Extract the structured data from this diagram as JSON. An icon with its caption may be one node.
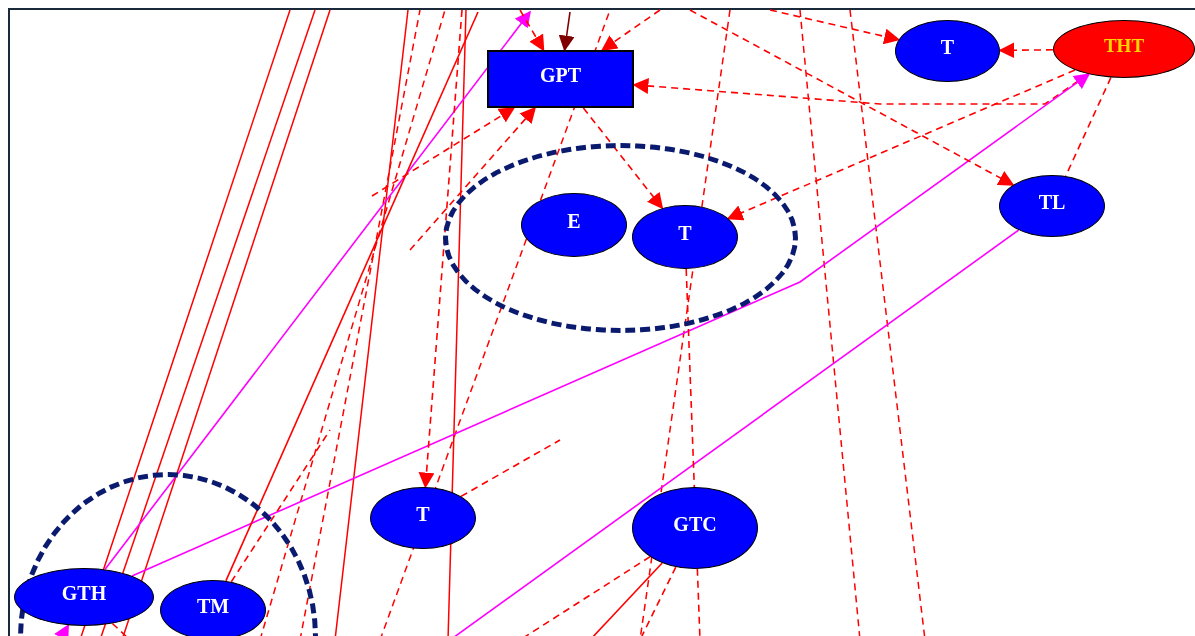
{
  "diagram": {
    "nodes": [
      {
        "text": [
          "GPT"
        ]
      },
      {
        "text": [
          "T"
        ]
      },
      {
        "text": [
          "THT"
        ]
      },
      {
        "text": [],
        "shape": "circle"
      },
      {
        "text": [
          "E"
        ],
        "in": 3
      },
      {
        "text": [
          "T"
        ],
        "in": 3
      },
      {
        "text": [
          "TL"
        ]
      },
      {
        "text": [],
        "shape": "circle"
      },
      {
        "text": [
          "GTH"
        ],
        "in": 7
      },
      {
        "text": [
          "TM"
        ],
        "in": 7
      },
      {
        "text": [
          "T"
        ]
      },
      {
        "text": [
          "GTC"
        ]
      }
    ],
    "edges": [
      {
        "from": 2,
        "to": 1,
        "arrow": "to",
        "style": "dashed"
      },
      {
        "from": 2,
        "to": 0,
        "arrow": "to",
        "style": "dashed"
      },
      {
        "from": 2,
        "to": 5,
        "arrow": "to",
        "style": "dashed"
      },
      {
        "from": 0,
        "to": 5,
        "arrow": "to",
        "style": "dashed"
      },
      {
        "from": 2,
        "to": 6,
        "arrow": "none",
        "style": "dashed"
      },
      {
        "from": 8,
        "to": 2,
        "arrow": "to",
        "color": "#ff00ff"
      },
      {
        "from": 8,
        "to": null,
        "arrow": "to",
        "color": "#ff00ff"
      },
      {
        "from": null,
        "to": 8,
        "arrow": "to",
        "color": "#ff00ff"
      },
      {
        "from": 6,
        "to": null,
        "arrow": "none",
        "color": "#ff00ff"
      },
      {
        "from": null,
        "to": 0,
        "arrow": "to",
        "color": "#800000"
      },
      {
        "from": null,
        "to": 1,
        "arrow": "to",
        "style": "dashed"
      },
      {
        "from": null,
        "to": 6,
        "arrow": "to",
        "style": "dashed"
      },
      {
        "from": null,
        "to": 10,
        "arrow": "to",
        "style": "dashed"
      },
      {
        "from": null,
        "to": 0,
        "arrow": "to",
        "style": "dashed"
      },
      {
        "from": null,
        "to": 0,
        "arrow": "to",
        "style": "dashed"
      },
      {
        "from": null,
        "to": 0,
        "arrow": "to",
        "style": "dashed"
      },
      {
        "from": null,
        "to": 0,
        "arrow": "to",
        "style": "dashed"
      },
      {
        "from": 11,
        "to": null,
        "arrow": "none"
      },
      {
        "from": 10,
        "to": null,
        "arrow": "none",
        "style": "dashed"
      },
      {
        "from": 11,
        "to": null,
        "arrow": "none",
        "style": "dashed"
      },
      {
        "from": 11,
        "to": null,
        "arrow": "none",
        "style": "dashed"
      },
      {
        "from": 9,
        "to": null,
        "arrow": "none",
        "style": "dashed"
      },
      {
        "from": 8,
        "to": null,
        "arrow": "none",
        "style": "dashed"
      },
      {
        "from": 5,
        "to": null,
        "arrow": "none",
        "style": "dashed"
      },
      {
        "from": 9,
        "to": null,
        "arrow": "none"
      }
    ]
  }
}
